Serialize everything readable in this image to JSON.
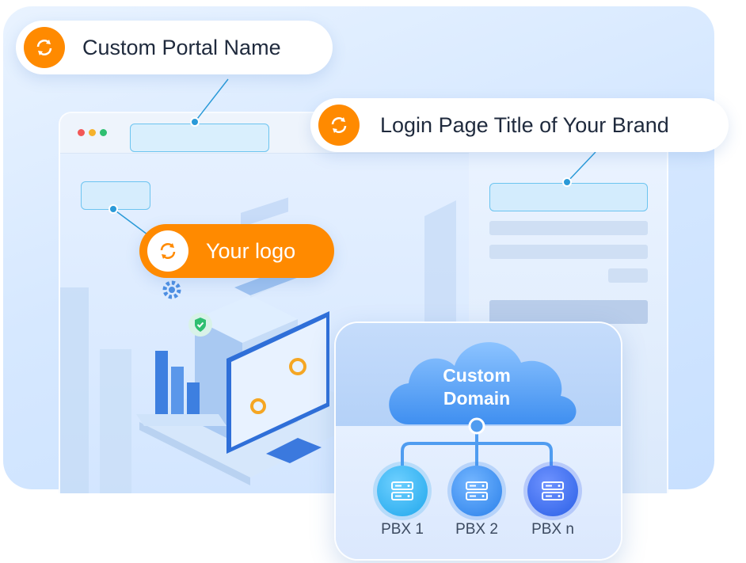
{
  "labels": {
    "portal_name": "Custom Portal Name",
    "login_title": "Login Page Title of Your Brand",
    "logo": "Your logo",
    "domain_line1": "Custom",
    "domain_line2": "Domain"
  },
  "pbx_nodes": [
    {
      "label": "PBX 1"
    },
    {
      "label": "PBX 2"
    },
    {
      "label": "PBX n"
    }
  ],
  "icons": {
    "sync": "sync-icon",
    "server": "server-icon",
    "cloud": "cloud-icon",
    "gear": "gear-icon",
    "shield": "shield-check-icon"
  },
  "colors": {
    "accent_orange": "#ff8a00",
    "accent_blue": "#2b7de9",
    "callout_line": "#2a9ad8",
    "window_dot_red": "#f25757",
    "window_dot_yellow": "#f5b22d",
    "window_dot_green": "#2fbf71"
  }
}
